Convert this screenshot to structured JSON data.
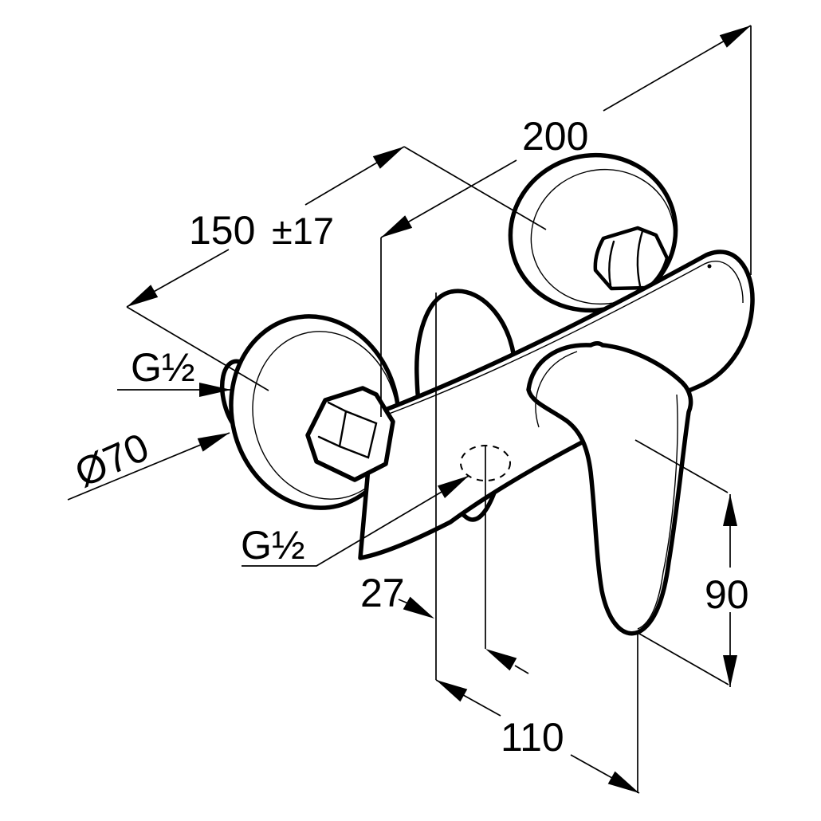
{
  "drawing": {
    "background": "#ffffff",
    "ink": "#000000",
    "subject": "wall-mounted single-lever shower mixer, dimensioned technical line drawing",
    "annotations": {
      "width_overall": "200",
      "connection_distance": "150",
      "connection_tolerance": "±17",
      "thread_top": "G½",
      "escutcheon_diameter": "Ø70",
      "thread_bottom": "G½",
      "outlet_offset": "27",
      "body_width": "110",
      "lever_height": "90"
    }
  }
}
